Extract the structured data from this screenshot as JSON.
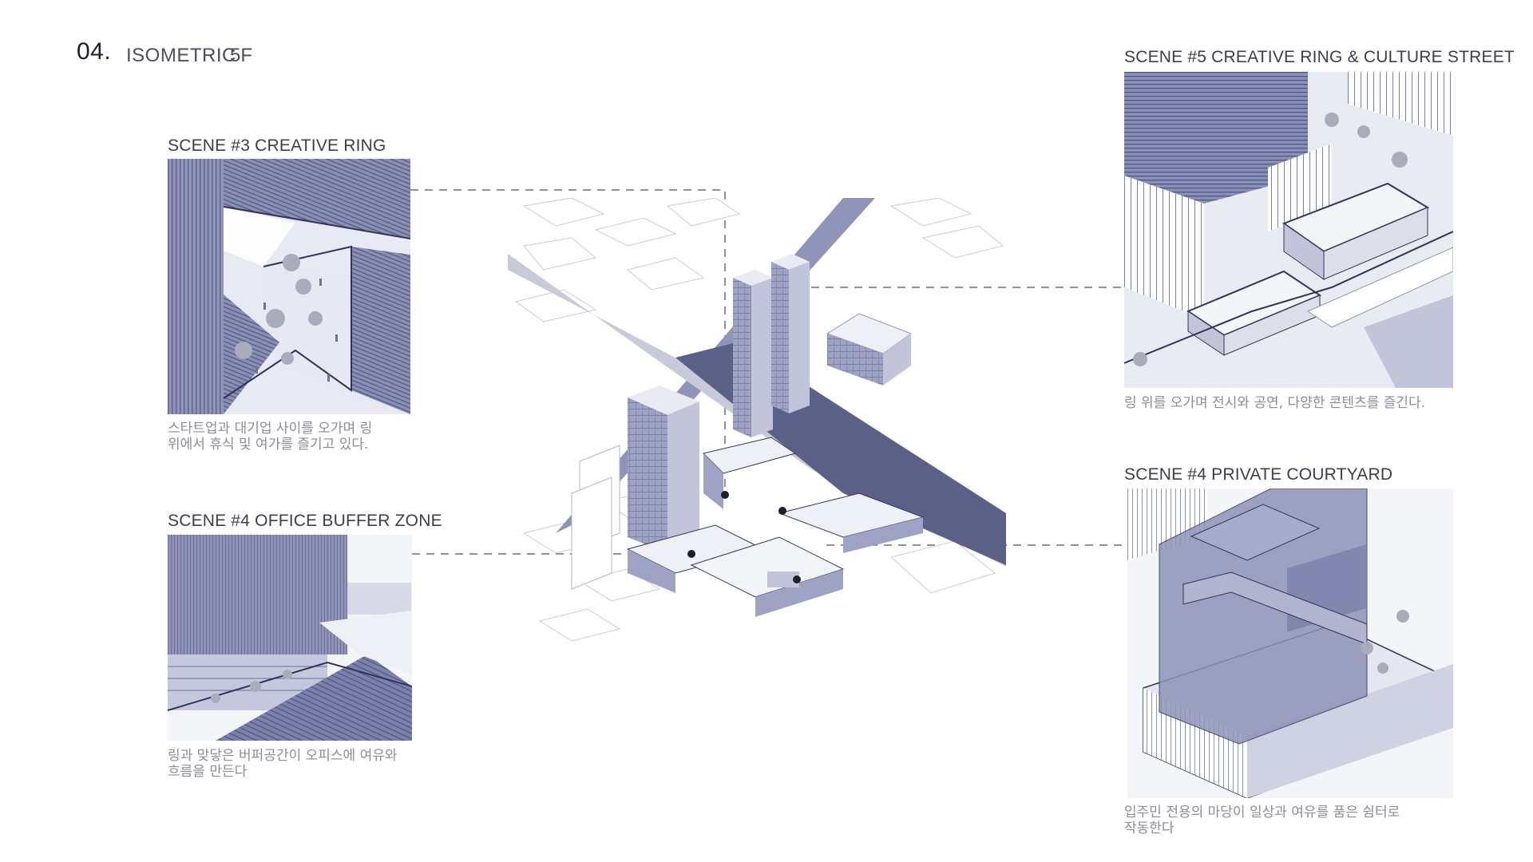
{
  "header": {
    "number": "04.",
    "title": "ISOMETRIC",
    "floor": "5F"
  },
  "scenes": [
    {
      "id": "scene3",
      "title": "SCENE #3 CREATIVE RING",
      "caption_line1": "스타트업과 대기업 사이를 오가며 링",
      "caption_line2": "위에서 휴식 및 여가를 즐기고 있다."
    },
    {
      "id": "scene4a",
      "title": "SCENE #4 OFFICE BUFFER ZONE",
      "caption_line1": "링과 맞닿은 버퍼공간이 오피스에 여유와",
      "caption_line2": "흐름을 만든다"
    },
    {
      "id": "scene5",
      "title": "SCENE #5 CREATIVE RING & CULTURE STREET",
      "caption_line1": "링 위를 오가며 전시와 공연, 다양한 콘텐츠를 즐긴다.",
      "caption_line2": ""
    },
    {
      "id": "scene4b",
      "title": "SCENE #4 PRIVATE COURTYARD",
      "caption_line1": "입주민 전용의 마당이 일상과 여유를 품은 쉼터로",
      "caption_line2": "작동한다"
    }
  ],
  "colors": {
    "ink": "#2f3458",
    "facade": "#8e93b8",
    "facade_light": "#b9bcd4",
    "ground": "#e9ebf3",
    "tree": "#a9acbb"
  }
}
